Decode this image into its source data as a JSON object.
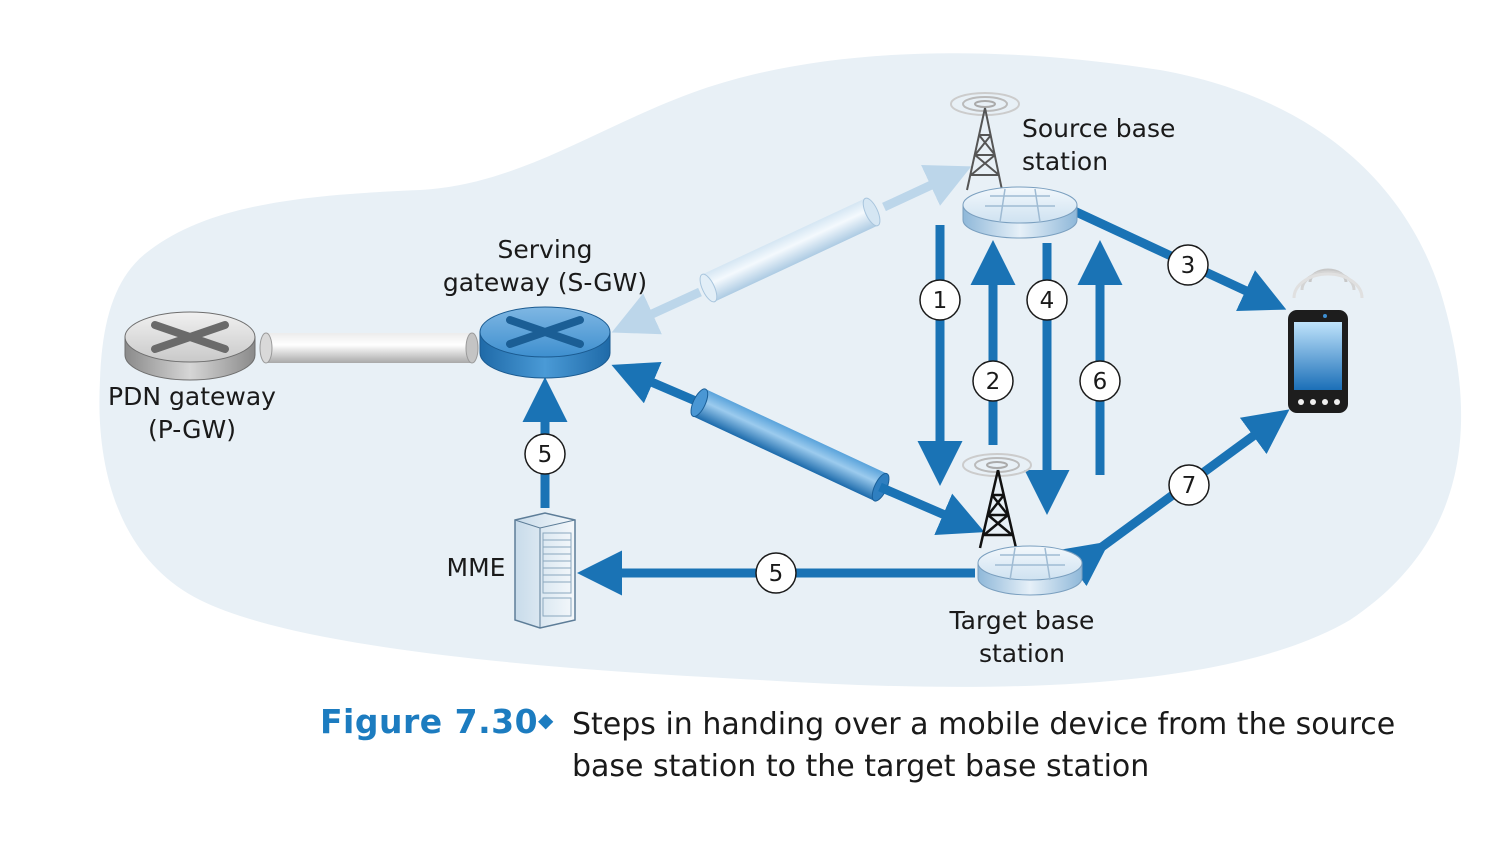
{
  "diagram": {
    "nodes": {
      "pdn_gateway": {
        "line1": "PDN gateway",
        "line2": "(P-GW)"
      },
      "serving_gateway": {
        "line1": "Serving",
        "line2": "gateway (S-GW)"
      },
      "source_bs": {
        "line1": "Source base",
        "line2": "station"
      },
      "target_bs": {
        "line1": "Target base",
        "line2": "station"
      },
      "mme": {
        "line1": "MME"
      }
    },
    "steps": {
      "s1": "1",
      "s2": "2",
      "s3": "3",
      "s4": "4",
      "s5a": "5",
      "s5b": "5",
      "s6": "6",
      "s7": "7"
    }
  },
  "caption": {
    "label": "Figure 7.30",
    "line1": "Steps in handing over a mobile device from the source",
    "line2": "base station to the target base station"
  },
  "colors": {
    "arrow": "#1a73b5",
    "arrow_faded": "#bcd6ea",
    "cloud": "#e8f0f6",
    "caption_accent": "#1c7cc0"
  }
}
